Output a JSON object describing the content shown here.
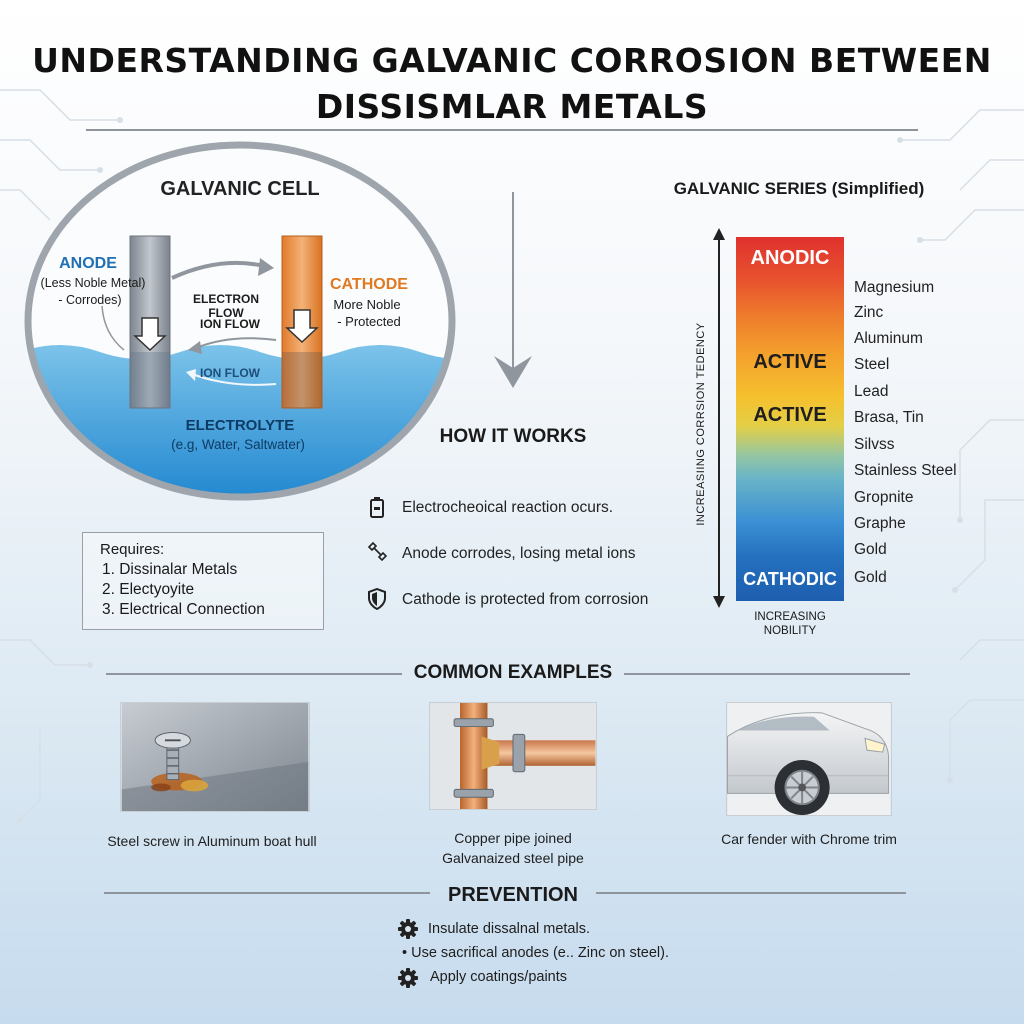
{
  "title_line1": "UNDERSTANDING GALVANIC CORROSION BETWEEN",
  "title_line2": "DISSISMLAR METALS",
  "galvanic_cell": {
    "title": "GALVANIC CELL",
    "anode_title": "ANODE",
    "anode_sub1": "(Less Noble Metal)",
    "anode_sub2": "- Corrodes)",
    "cathode_title": "CATHODE",
    "cathode_sub1": "More Noble",
    "cathode_sub2": "- Protected",
    "electron_flow": "ELECTRON FLOW",
    "ion_flow_upper": "ION FLOW",
    "ion_flow_lower": "ION FLOW",
    "electrolyte_title": "ELECTROLYTE",
    "electrolyte_sub": "(e.g, Water, Saltwater)"
  },
  "requires": {
    "title": "Requires:",
    "items": [
      "1. Dissinalar Metals",
      "2. Electyoyite",
      "3. Electrical Connection"
    ]
  },
  "how_it_works": {
    "title": "HOW IT WORKS",
    "items": [
      {
        "icon": "battery-icon",
        "text": "Electrocheoical reaction ocurs."
      },
      {
        "icon": "wrench-icon",
        "text": "Anode corrodes, losing metal ions"
      },
      {
        "icon": "shield-icon",
        "text": "Cathode is protected from corrosion"
      }
    ]
  },
  "galvanic_series": {
    "title": "GALVANIC SERIES (Simplified)",
    "bar_labels": [
      "ANODIC",
      "ACTIVE",
      "ACTIVE",
      "CATHODIC"
    ],
    "metals": [
      "Magnesium",
      "Zinc",
      "Aluminum",
      "Steel",
      "Lead",
      "Brasa, Tin",
      "Silvss",
      "Stainless Steel",
      "Gropnite",
      "Graphe",
      "Gold",
      "Gold"
    ],
    "axis_label": "INCREASIING CORRSION TEDENCY",
    "nobility_line1": "INCREASING",
    "nobility_line2": "NOBILITY",
    "colors": {
      "anodic": "#e0312e",
      "active": "#f4a32d",
      "cathodic": "#1e5eaf"
    }
  },
  "examples": {
    "title": "COMMON EXAMPLES",
    "items": [
      {
        "caption": [
          "Steel screw in Aluminum boat hull"
        ]
      },
      {
        "caption": [
          "Copper pipe joined",
          "Galvanaized steel pipe"
        ]
      },
      {
        "caption": [
          "Car fender with Chrome trim"
        ]
      }
    ]
  },
  "prevention": {
    "title": "PREVENTION",
    "items": [
      {
        "icon": "gear-icon",
        "text": "Insulate dissalnal metals."
      },
      {
        "icon": "bullet",
        "text": "• Use sacrifical anodes (e.. Zinc on steel)."
      },
      {
        "icon": "gear-icon",
        "text": "Apply coatings/paints"
      }
    ]
  }
}
